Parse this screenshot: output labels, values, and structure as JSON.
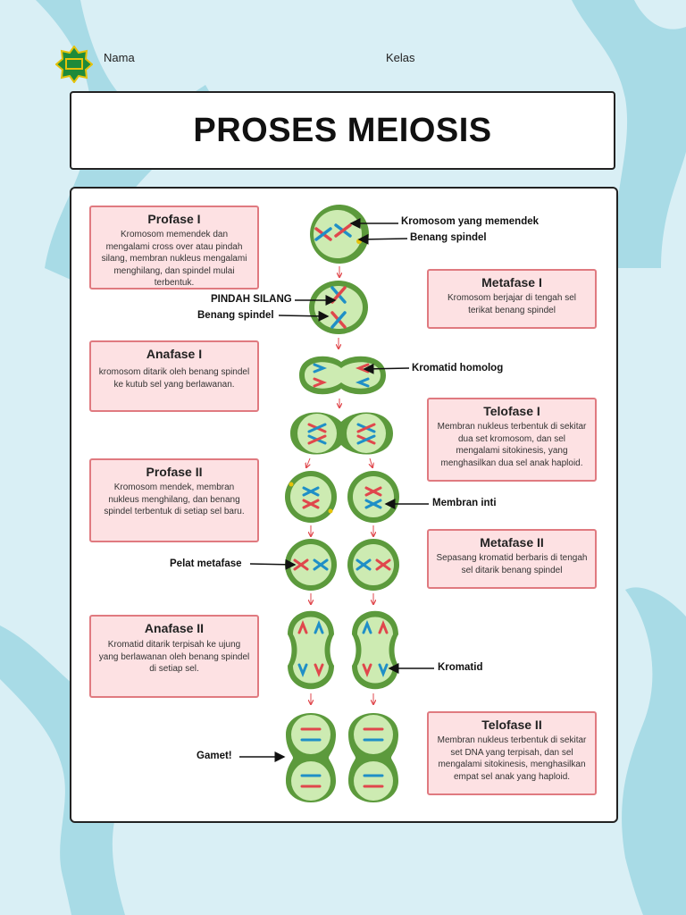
{
  "header": {
    "name_label": "Nama",
    "class_label": "Kelas",
    "title": "PROSES MEIOSIS"
  },
  "colors": {
    "background": "#d9eff5",
    "chromosome_shape": "#a8dbe6",
    "card_fill": "#fde1e3",
    "card_border": "#e07a80",
    "cell_outer": "#5c9a3c",
    "cell_inner": "#cdebb2",
    "chromosome_red": "#e0474c",
    "chromosome_blue": "#1f8fc7",
    "arrow_red": "#e0474c"
  },
  "stages": [
    {
      "title": "Profase I",
      "desc": "Kromosom memendek dan mengalami cross over atau pindah silang, membran nukleus mengalami menghilang, dan spindel mulai terbentuk."
    },
    {
      "title": "Metafase I",
      "desc": "Kromosom berjajar di tengah sel terikat benang spindel"
    },
    {
      "title": "Anafase I",
      "desc": "kromosom ditarik oleh benang spindel ke kutub sel yang berlawanan."
    },
    {
      "title": "Telofase I",
      "desc": "Membran nukleus terbentuk di sekitar dua set kromosom, dan sel mengalami sitokinesis, yang menghasilkan dua sel anak haploid."
    },
    {
      "title": "Profase II",
      "desc": "Kromosom mendek, membran nukleus menghilang, dan benang spindel  terbentuk di setiap sel baru."
    },
    {
      "title": "Metafase II",
      "desc": "Sepasang kromatid berbaris di tengah sel ditarik benang spindel"
    },
    {
      "title": "Anafase II",
      "desc": "Kromatid ditarik terpisah ke ujung yang berlawanan oleh benang spindel di setiap sel."
    },
    {
      "title": "Telofase II",
      "desc": "Membran nukleus terbentuk di sekitar set DNA yang terpisah, dan sel mengalami sitokinesis, menghasilkan empat sel anak yang haploid."
    }
  ],
  "labels": {
    "kromosom_memendek": "Kromosom yang memendek",
    "benang_spindel_1": "Benang spindel",
    "pindah_silang": "PINDAH SILANG",
    "benang_spindel_2": "Benang spindel",
    "kromatid_homolog": "Kromatid homolog",
    "membran_inti": "Membran inti",
    "pelat_metafase": "Pelat metafase",
    "kromatid": "Kromatid",
    "gamet": "Gamet!"
  }
}
